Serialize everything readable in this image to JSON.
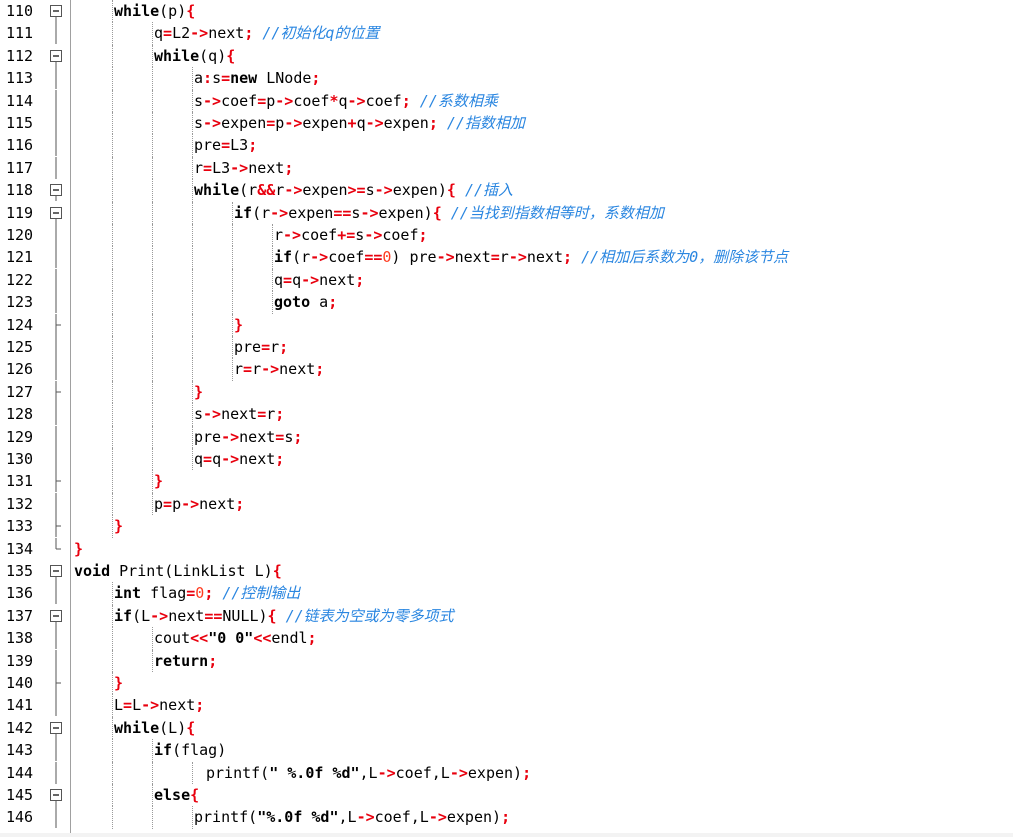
{
  "editor": {
    "colors": {
      "keyword": "#000000",
      "operator": "#e8000e",
      "number": "#ff3a1f",
      "comment": "#2a86e0",
      "text": "#000000",
      "gutter_border": "#a0a0a0"
    },
    "lines": [
      {
        "num": "110",
        "fold": "minus",
        "indent": 1,
        "tokens": [
          [
            "kw",
            "while"
          ],
          [
            "id",
            "(p)"
          ],
          [
            "op",
            "{"
          ]
        ]
      },
      {
        "num": "111",
        "fold": "line",
        "indent": 2,
        "tokens": [
          [
            "id",
            "q"
          ],
          [
            "op",
            "="
          ],
          [
            "id",
            "L2"
          ],
          [
            "op",
            "->"
          ],
          [
            "id",
            "next"
          ],
          [
            "op",
            ";"
          ],
          [
            "id",
            " "
          ],
          [
            "cm",
            "//初始化q的位置"
          ]
        ]
      },
      {
        "num": "112",
        "fold": "minus",
        "indent": 2,
        "tokens": [
          [
            "kw",
            "while"
          ],
          [
            "id",
            "(q)"
          ],
          [
            "op",
            "{"
          ]
        ]
      },
      {
        "num": "113",
        "fold": "line",
        "indent": 3,
        "tokens": [
          [
            "id",
            "a"
          ],
          [
            "op",
            ":"
          ],
          [
            "id",
            "s"
          ],
          [
            "op",
            "="
          ],
          [
            "kw",
            "new"
          ],
          [
            "id",
            " LNode"
          ],
          [
            "op",
            ";"
          ]
        ]
      },
      {
        "num": "114",
        "fold": "line",
        "indent": 3,
        "tokens": [
          [
            "id",
            "s"
          ],
          [
            "op",
            "->"
          ],
          [
            "id",
            "coef"
          ],
          [
            "op",
            "="
          ],
          [
            "id",
            "p"
          ],
          [
            "op",
            "->"
          ],
          [
            "id",
            "coef"
          ],
          [
            "op",
            "*"
          ],
          [
            "id",
            "q"
          ],
          [
            "op",
            "->"
          ],
          [
            "id",
            "coef"
          ],
          [
            "op",
            ";"
          ],
          [
            "id",
            " "
          ],
          [
            "cm",
            "//系数相乘"
          ]
        ]
      },
      {
        "num": "115",
        "fold": "line",
        "indent": 3,
        "tokens": [
          [
            "id",
            "s"
          ],
          [
            "op",
            "->"
          ],
          [
            "id",
            "expen"
          ],
          [
            "op",
            "="
          ],
          [
            "id",
            "p"
          ],
          [
            "op",
            "->"
          ],
          [
            "id",
            "expen"
          ],
          [
            "op",
            "+"
          ],
          [
            "id",
            "q"
          ],
          [
            "op",
            "->"
          ],
          [
            "id",
            "expen"
          ],
          [
            "op",
            ";"
          ],
          [
            "id",
            " "
          ],
          [
            "cm",
            "//指数相加"
          ]
        ]
      },
      {
        "num": "116",
        "fold": "line",
        "indent": 3,
        "tokens": [
          [
            "id",
            "pre"
          ],
          [
            "op",
            "="
          ],
          [
            "id",
            "L3"
          ],
          [
            "op",
            ";"
          ]
        ]
      },
      {
        "num": "117",
        "fold": "line",
        "indent": 3,
        "tokens": [
          [
            "id",
            "r"
          ],
          [
            "op",
            "="
          ],
          [
            "id",
            "L3"
          ],
          [
            "op",
            "->"
          ],
          [
            "id",
            "next"
          ],
          [
            "op",
            ";"
          ]
        ]
      },
      {
        "num": "118",
        "fold": "minus",
        "indent": 3,
        "tokens": [
          [
            "kw",
            "while"
          ],
          [
            "id",
            "(r"
          ],
          [
            "op",
            "&&"
          ],
          [
            "id",
            "r"
          ],
          [
            "op",
            "->"
          ],
          [
            "id",
            "expen"
          ],
          [
            "op",
            ">="
          ],
          [
            "id",
            "s"
          ],
          [
            "op",
            "->"
          ],
          [
            "id",
            "expen)"
          ],
          [
            "op",
            "{"
          ],
          [
            "id",
            " "
          ],
          [
            "cm",
            "//插入"
          ]
        ]
      },
      {
        "num": "119",
        "fold": "minus",
        "indent": 4,
        "tokens": [
          [
            "kw",
            "if"
          ],
          [
            "id",
            "(r"
          ],
          [
            "op",
            "->"
          ],
          [
            "id",
            "expen"
          ],
          [
            "op",
            "=="
          ],
          [
            "id",
            "s"
          ],
          [
            "op",
            "->"
          ],
          [
            "id",
            "expen)"
          ],
          [
            "op",
            "{"
          ],
          [
            "id",
            " "
          ],
          [
            "cm",
            "//当找到指数相等时，系数相加"
          ]
        ]
      },
      {
        "num": "120",
        "fold": "line",
        "indent": 5,
        "tokens": [
          [
            "id",
            "r"
          ],
          [
            "op",
            "->"
          ],
          [
            "id",
            "coef"
          ],
          [
            "op",
            "+="
          ],
          [
            "id",
            "s"
          ],
          [
            "op",
            "->"
          ],
          [
            "id",
            "coef"
          ],
          [
            "op",
            ";"
          ]
        ]
      },
      {
        "num": "121",
        "fold": "line",
        "indent": 5,
        "tokens": [
          [
            "kw",
            "if"
          ],
          [
            "id",
            "(r"
          ],
          [
            "op",
            "->"
          ],
          [
            "id",
            "coef"
          ],
          [
            "op",
            "=="
          ],
          [
            "num",
            "0"
          ],
          [
            "id",
            ") pre"
          ],
          [
            "op",
            "->"
          ],
          [
            "id",
            "next"
          ],
          [
            "op",
            "="
          ],
          [
            "id",
            "r"
          ],
          [
            "op",
            "->"
          ],
          [
            "id",
            "next"
          ],
          [
            "op",
            ";"
          ],
          [
            "id",
            " "
          ],
          [
            "cm",
            "//相加后系数为0，删除该节点"
          ]
        ]
      },
      {
        "num": "122",
        "fold": "line",
        "indent": 5,
        "tokens": [
          [
            "id",
            "q"
          ],
          [
            "op",
            "="
          ],
          [
            "id",
            "q"
          ],
          [
            "op",
            "->"
          ],
          [
            "id",
            "next"
          ],
          [
            "op",
            ";"
          ]
        ]
      },
      {
        "num": "123",
        "fold": "line",
        "indent": 5,
        "tokens": [
          [
            "kw",
            "goto"
          ],
          [
            "id",
            " a"
          ],
          [
            "op",
            ";"
          ]
        ]
      },
      {
        "num": "124",
        "fold": "end",
        "indent": 4,
        "tokens": [
          [
            "op",
            "}"
          ]
        ]
      },
      {
        "num": "125",
        "fold": "line",
        "indent": 4,
        "tokens": [
          [
            "id",
            "pre"
          ],
          [
            "op",
            "="
          ],
          [
            "id",
            "r"
          ],
          [
            "op",
            ";"
          ]
        ]
      },
      {
        "num": "126",
        "fold": "line",
        "indent": 4,
        "tokens": [
          [
            "id",
            "r"
          ],
          [
            "op",
            "="
          ],
          [
            "id",
            "r"
          ],
          [
            "op",
            "->"
          ],
          [
            "id",
            "next"
          ],
          [
            "op",
            ";"
          ]
        ]
      },
      {
        "num": "127",
        "fold": "end",
        "indent": 3,
        "tokens": [
          [
            "op",
            "}"
          ]
        ]
      },
      {
        "num": "128",
        "fold": "line",
        "indent": 3,
        "tokens": [
          [
            "id",
            "s"
          ],
          [
            "op",
            "->"
          ],
          [
            "id",
            "next"
          ],
          [
            "op",
            "="
          ],
          [
            "id",
            "r"
          ],
          [
            "op",
            ";"
          ]
        ]
      },
      {
        "num": "129",
        "fold": "line",
        "indent": 3,
        "tokens": [
          [
            "id",
            "pre"
          ],
          [
            "op",
            "->"
          ],
          [
            "id",
            "next"
          ],
          [
            "op",
            "="
          ],
          [
            "id",
            "s"
          ],
          [
            "op",
            ";"
          ]
        ]
      },
      {
        "num": "130",
        "fold": "line",
        "indent": 3,
        "tokens": [
          [
            "id",
            "q"
          ],
          [
            "op",
            "="
          ],
          [
            "id",
            "q"
          ],
          [
            "op",
            "->"
          ],
          [
            "id",
            "next"
          ],
          [
            "op",
            ";"
          ]
        ]
      },
      {
        "num": "131",
        "fold": "end",
        "indent": 2,
        "tokens": [
          [
            "op",
            "}"
          ]
        ]
      },
      {
        "num": "132",
        "fold": "line",
        "indent": 2,
        "tokens": [
          [
            "id",
            "p"
          ],
          [
            "op",
            "="
          ],
          [
            "id",
            "p"
          ],
          [
            "op",
            "->"
          ],
          [
            "id",
            "next"
          ],
          [
            "op",
            ";"
          ]
        ]
      },
      {
        "num": "133",
        "fold": "end",
        "indent": 1,
        "tokens": [
          [
            "op",
            "}"
          ]
        ]
      },
      {
        "num": "134",
        "fold": "lastend",
        "indent": 0,
        "tokens": [
          [
            "op",
            "}"
          ]
        ]
      },
      {
        "num": "135",
        "fold": "minus",
        "indent": 0,
        "tokens": [
          [
            "kw",
            "void"
          ],
          [
            "id",
            " Print(LinkList L)"
          ],
          [
            "op",
            "{"
          ]
        ]
      },
      {
        "num": "136",
        "fold": "line",
        "indent": 1,
        "tokens": [
          [
            "kw",
            "int"
          ],
          [
            "id",
            " flag"
          ],
          [
            "op",
            "="
          ],
          [
            "num",
            "0"
          ],
          [
            "op",
            ";"
          ],
          [
            "id",
            " "
          ],
          [
            "cm",
            "//控制输出"
          ]
        ]
      },
      {
        "num": "137",
        "fold": "minus",
        "indent": 1,
        "tokens": [
          [
            "kw",
            "if"
          ],
          [
            "id",
            "(L"
          ],
          [
            "op",
            "->"
          ],
          [
            "id",
            "next"
          ],
          [
            "op",
            "=="
          ],
          [
            "id",
            "NULL)"
          ],
          [
            "op",
            "{"
          ],
          [
            "id",
            " "
          ],
          [
            "cm",
            "//链表为空或为零多项式"
          ]
        ]
      },
      {
        "num": "138",
        "fold": "line",
        "indent": 2,
        "tokens": [
          [
            "id",
            "cout"
          ],
          [
            "op",
            "<<"
          ],
          [
            "str",
            "\"0 0\""
          ],
          [
            "op",
            "<<"
          ],
          [
            "id",
            "endl"
          ],
          [
            "op",
            ";"
          ]
        ]
      },
      {
        "num": "139",
        "fold": "line",
        "indent": 2,
        "tokens": [
          [
            "kw",
            "return"
          ],
          [
            "op",
            ";"
          ]
        ]
      },
      {
        "num": "140",
        "fold": "end",
        "indent": 1,
        "tokens": [
          [
            "op",
            "}"
          ]
        ]
      },
      {
        "num": "141",
        "fold": "line",
        "indent": 1,
        "tokens": [
          [
            "id",
            "L"
          ],
          [
            "op",
            "="
          ],
          [
            "id",
            "L"
          ],
          [
            "op",
            "->"
          ],
          [
            "id",
            "next"
          ],
          [
            "op",
            ";"
          ]
        ]
      },
      {
        "num": "142",
        "fold": "minus",
        "indent": 1,
        "tokens": [
          [
            "kw",
            "while"
          ],
          [
            "id",
            "(L)"
          ],
          [
            "op",
            "{"
          ]
        ]
      },
      {
        "num": "143",
        "fold": "line",
        "indent": 2,
        "tokens": [
          [
            "kw",
            "if"
          ],
          [
            "id",
            "(flag)"
          ]
        ]
      },
      {
        "num": "144",
        "fold": "line",
        "indent": 3,
        "extra": 12,
        "tokens": [
          [
            "id",
            "printf("
          ],
          [
            "str",
            "\" %.0f %d\""
          ],
          [
            "id",
            ",L"
          ],
          [
            "op",
            "->"
          ],
          [
            "id",
            "coef,L"
          ],
          [
            "op",
            "->"
          ],
          [
            "id",
            "expen)"
          ],
          [
            "op",
            ";"
          ]
        ]
      },
      {
        "num": "145",
        "fold": "minus",
        "indent": 2,
        "tokens": [
          [
            "kw",
            "else"
          ],
          [
            "op",
            "{"
          ]
        ]
      },
      {
        "num": "146",
        "fold": "line",
        "indent": 3,
        "tokens": [
          [
            "id",
            "printf("
          ],
          [
            "str",
            "\"%.0f %d\""
          ],
          [
            "id",
            ",L"
          ],
          [
            "op",
            "->"
          ],
          [
            "id",
            "coef,L"
          ],
          [
            "op",
            "->"
          ],
          [
            "id",
            "expen)"
          ],
          [
            "op",
            ";"
          ]
        ]
      }
    ]
  }
}
